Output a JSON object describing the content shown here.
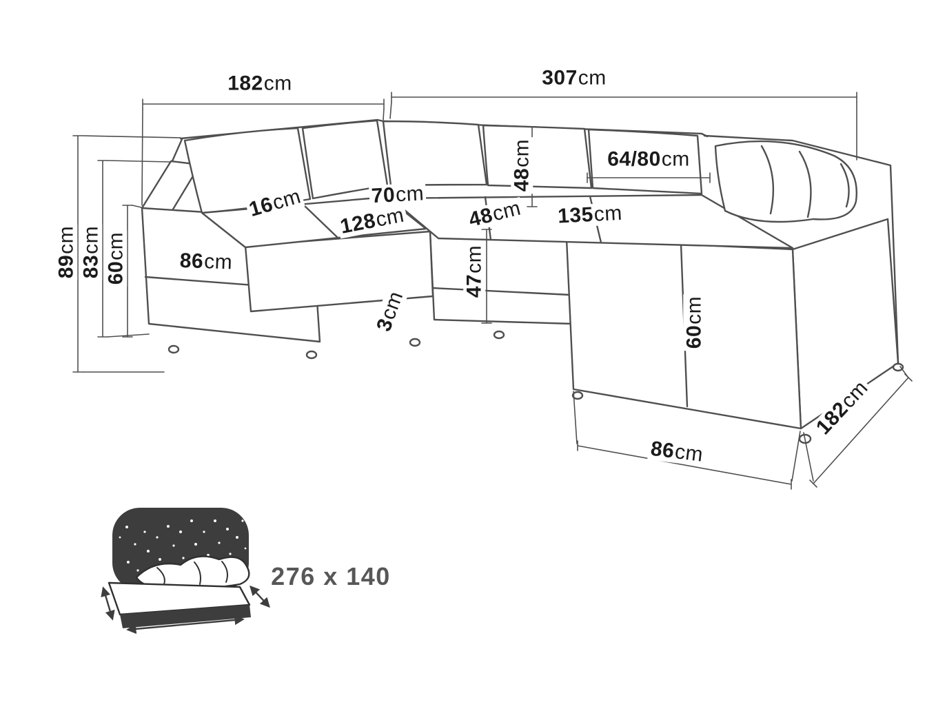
{
  "dimensions": {
    "top_left_width": {
      "value": "182",
      "unit": "cm"
    },
    "top_right_width": {
      "value": "307",
      "unit": "cm"
    },
    "total_height": {
      "value": "89",
      "unit": "cm"
    },
    "back_height": {
      "value": "83",
      "unit": "cm"
    },
    "left_arm_height": {
      "value": "60",
      "unit": "cm"
    },
    "back_cushion_thickness": {
      "value": "16",
      "unit": "cm"
    },
    "corner_seat_width": {
      "value": "70",
      "unit": "cm"
    },
    "left_seat_width": {
      "value": "128",
      "unit": "cm"
    },
    "left_arm_depth": {
      "value": "86",
      "unit": "cm"
    },
    "back_cushion_height": {
      "value": "48",
      "unit": "cm"
    },
    "mid_seat_width": {
      "value": "48",
      "unit": "cm"
    },
    "right_seat_width": {
      "value": "135",
      "unit": "cm"
    },
    "pillow_width_range": {
      "value": "64/80",
      "unit": "cm"
    },
    "seat_height": {
      "value": "47",
      "unit": "cm"
    },
    "leg_gap": {
      "value": "3",
      "unit": "cm"
    },
    "right_arm_height": {
      "value": "60",
      "unit": "cm"
    },
    "right_side_depth": {
      "value": "182",
      "unit": "cm"
    },
    "right_arm_depth": {
      "value": "86",
      "unit": "cm"
    }
  },
  "sleeping_area": {
    "size": "276 x 140"
  },
  "colors": {
    "line": "#4f4f4f",
    "text": "#1b1b1b",
    "bed_text": "#575757",
    "bed_fill": "#3d3d3d"
  }
}
